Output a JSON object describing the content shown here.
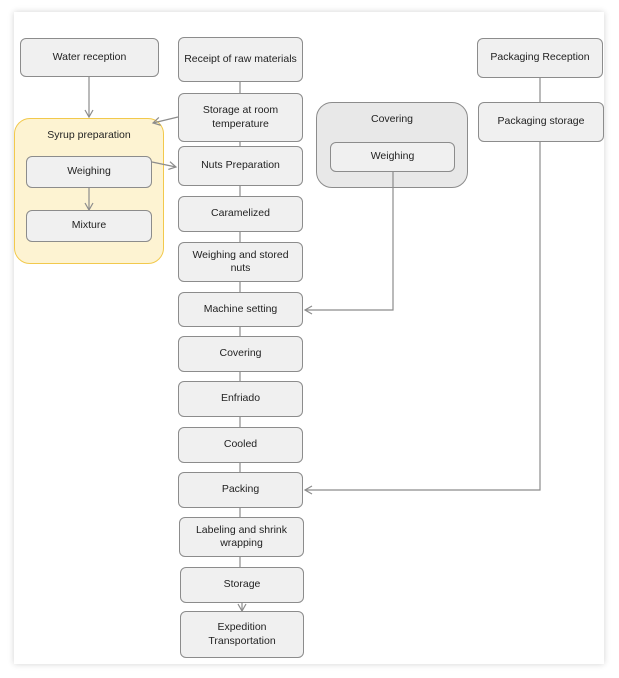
{
  "nodes": {
    "water_reception": "Water reception",
    "receipt_raw": "Receipt of raw materials",
    "storage_room": "Storage at room temperature",
    "nuts_prep": "Nuts Preparation",
    "caramelized": "Caramelized",
    "weighing_stored": "Weighing and stored nuts",
    "machine_setting": "Machine setting",
    "covering_main": "Covering",
    "enfriado": "Enfriado",
    "cooled": "Cooled",
    "packing": "Packing",
    "labeling": "Labeling and shrink wrapping",
    "storage": "Storage",
    "expedition": "Expedition Transportation",
    "syrup_weighing": "Weighing",
    "mixture": "Mixture",
    "covering_weighing": "Weighing",
    "packaging_reception": "Packaging Reception",
    "packaging_storage": "Packaging storage"
  },
  "groups": {
    "syrup": "Syrup preparation",
    "covering": "Covering"
  },
  "colors": {
    "syrup_fill": "#fdf3d2",
    "syrup_border": "#f2c94c",
    "covering_fill": "#e8e8e8",
    "covering_border": "#8c8c8c",
    "box_fill": "#f0f0f0",
    "line": "#8c8c8c"
  }
}
